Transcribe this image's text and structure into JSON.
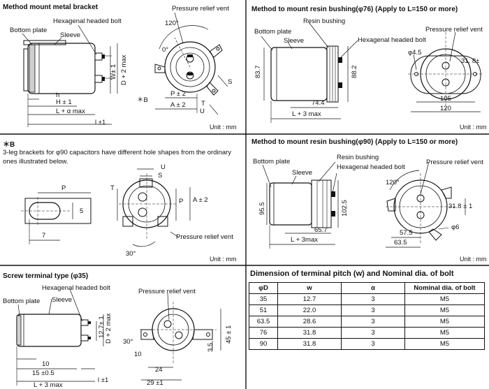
{
  "p1": {
    "title": "Method mount metal bracket",
    "bottom_plate": "Bottom plate",
    "sleeve": "Sleeve",
    "hex_bolt": "Hexagenal headed bolt",
    "prv": "Pressure relief vent",
    "angle_120": "120°",
    "angle_0": "0°",
    "w": "W± 1",
    "d": "D + 2 max",
    "h_small": "h",
    "h": "H ± 1",
    "l_alpha": "L + α max",
    "l1": "l ±1",
    "p": "P ± 2",
    "a": "A ± 2",
    "b_ref": "＊B",
    "t": "T",
    "u": "U",
    "s": "S",
    "unit": "Unit : mm"
  },
  "p2": {
    "title": "Method to mount resin bushing(φ76)  (Apply to L=150 or more)",
    "bottom_plate": "Bottom plate",
    "resin_bushing": "Resin bushing",
    "sleeve": "Sleeve",
    "hex_bolt": "Hexagenal headed bolt",
    "prv": "Pressure relief vent",
    "d45": "φ4.5",
    "d318": "31. 8±",
    "h837": "83.7",
    "h882": "88.2",
    "w744": "74.4",
    "l3": "L + 3 max",
    "w105": "105",
    "w120": "120",
    "unit": "Unit : mm"
  },
  "p3": {
    "title": "＊B",
    "note": "3-leg brackets for φ90 capacitors have different hole shapes from the ordinary ones illustrated below.",
    "p": "P",
    "five": "5",
    "seven": "7",
    "t": "T",
    "u": "U",
    "s": "S",
    "p2": "P",
    "a": "A ± 2",
    "prv": "Pressure relief vent",
    "angle30": "30°",
    "unit": "Unit : mm"
  },
  "p4": {
    "title": "Method to mount resin bushing(φ90)  (Apply to L=150 or more)",
    "bottom_plate": "Bottom plate",
    "resin_bushing": "Resin bushing",
    "sleeve": "Sleeve",
    "hex_bolt": "Hexagenal headed bolt",
    "prv": "Pressure relief vent",
    "angle120": "120°",
    "h955": "95.5",
    "h1025": "102.5",
    "w657": "65.7",
    "l3": "L + 3max",
    "d318": "31.8 ± 1",
    "w575": "57.5",
    "w635": "63.5",
    "d6": "φ6",
    "unit": "Unit : mm"
  },
  "p5": {
    "title": "Screw terminal type (φ35)",
    "hex_bolt": "Hexagenal headed bolt",
    "bottom_plate": "Bottom plate",
    "sleeve": "Sleeve",
    "prv": "Pressure relief vent",
    "d": "D + 2 max",
    "w": "12.7± 1",
    "ten": "10",
    "fifteen": "15 ±0.5",
    "l1": "l ±1",
    "l3": "L + 3 max",
    "angle30": "30°",
    "ten2": "10",
    "three5": "3.5",
    "fortyfive": "45 ± 1",
    "twentyfour": "24",
    "twentynine": "29 ±1"
  },
  "table": {
    "title": "Dimension of terminal pitch (w) and  Nominal dia. of bolt",
    "headers": [
      "φD",
      "w",
      "α",
      "Nominal dia. of bolt"
    ],
    "rows": [
      [
        "35",
        "12.7",
        "3",
        "M5"
      ],
      [
        "51",
        "22.0",
        "3",
        "M5"
      ],
      [
        "63.5",
        "28.6",
        "3",
        "M5"
      ],
      [
        "76",
        "31.8",
        "3",
        "M5"
      ],
      [
        "90",
        "31.8",
        "3",
        "M5"
      ]
    ]
  }
}
